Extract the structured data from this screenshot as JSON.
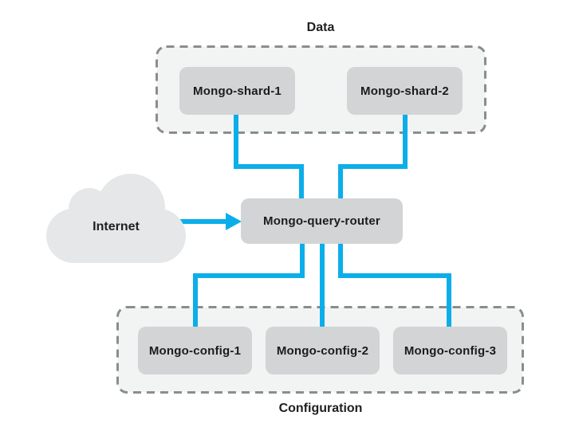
{
  "diagram": {
    "groups": {
      "data": {
        "label": "Data"
      },
      "configuration": {
        "label": "Configuration"
      }
    },
    "internet": {
      "label": "Internet"
    },
    "router": {
      "label": "Mongo-query-router"
    },
    "shards": [
      {
        "label": "Mongo-shard-1"
      },
      {
        "label": "Mongo-shard-2"
      }
    ],
    "configs": [
      {
        "label": "Mongo-config-1"
      },
      {
        "label": "Mongo-config-2"
      },
      {
        "label": "Mongo-config-3"
      }
    ],
    "colors": {
      "connector": "#0caee9",
      "node_fill": "#d2d4d5",
      "group_fill": "#f2f3f3",
      "group_border": "#8a8d8e",
      "cloud_fill": "#e5e7e8",
      "text": "#202020",
      "background": "#ffffff"
    }
  }
}
